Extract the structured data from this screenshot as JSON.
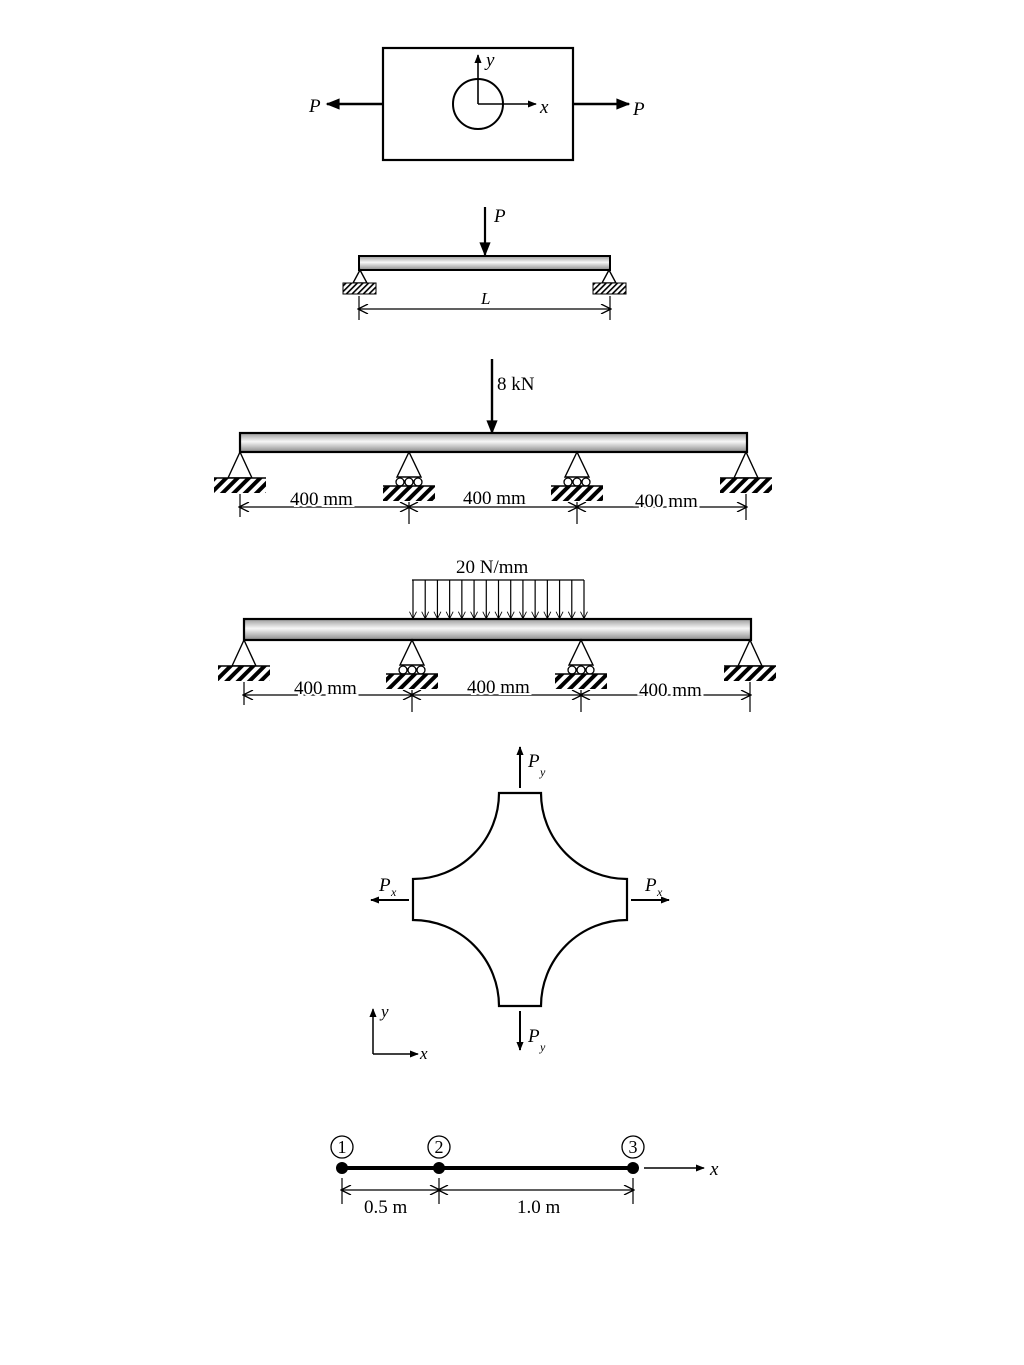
{
  "figure1": {
    "load_left": "P",
    "load_right": "P",
    "axis_x": "x",
    "axis_y": "y"
  },
  "figure2": {
    "load": "P",
    "span": "L"
  },
  "figure3": {
    "load": "8 kN",
    "spans": [
      "400 mm",
      "400 mm",
      "400 mm"
    ]
  },
  "figure4": {
    "load": "20 N/mm",
    "spans": [
      "400 mm",
      "400 mm",
      "400 mm"
    ]
  },
  "figure5": {
    "force_x": "P",
    "force_x_sub": "x",
    "force_y": "P",
    "force_y_sub": "y",
    "axis_x": "x",
    "axis_y": "y"
  },
  "figure6": {
    "nodes": [
      "1",
      "2",
      "3"
    ],
    "lengths": [
      "0.5 m",
      "1.0 m"
    ],
    "axis": "x"
  }
}
